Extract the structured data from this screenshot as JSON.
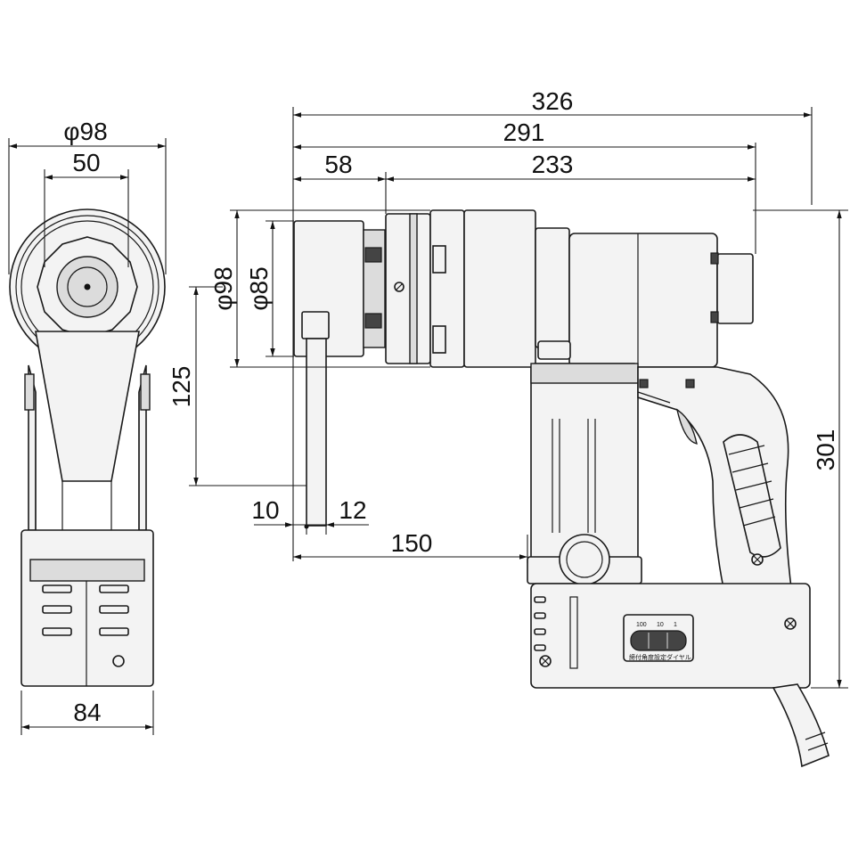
{
  "dimensions": {
    "front_outer_diameter": "φ98",
    "front_socket_width": "50",
    "front_base_width": "84",
    "total_length": "326",
    "length_to_head": "291",
    "nose_length": "58",
    "body_length": "233",
    "side_outer_diameter": "φ98",
    "side_socket_diameter": "φ85",
    "reaction_arm_offset": "125",
    "arm_left_gap": "10",
    "arm_width": "12",
    "arm_to_handle": "150",
    "total_height": "301"
  },
  "dial": {
    "scale_labels": [
      "100",
      "10",
      "1"
    ],
    "caption": "締付角度設定ダイヤル"
  }
}
